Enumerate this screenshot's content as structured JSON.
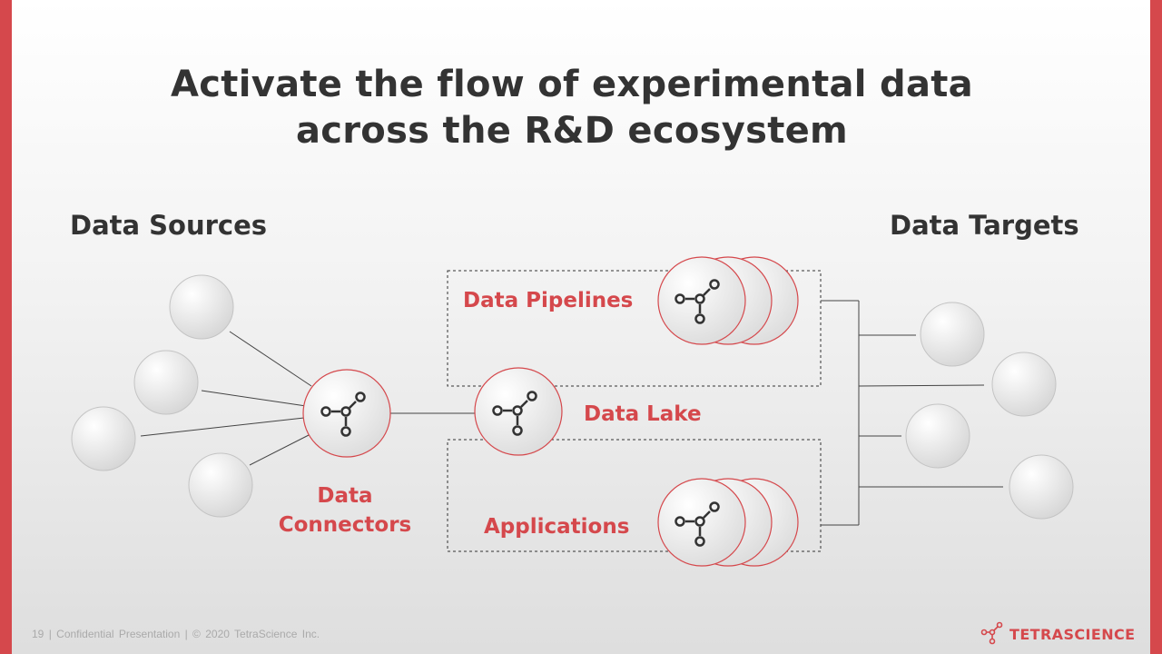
{
  "slide": {
    "title_lines": [
      "Activate the flow of experimental data",
      "across the R&D ecosystem"
    ],
    "sources_heading": "Data Sources",
    "targets_heading": "Data Targets",
    "labels": {
      "pipelines": "Data Pipelines",
      "data_lake": "Data Lake",
      "applications": "Applications",
      "connectors_line1": "Data",
      "connectors_line2": "Connectors"
    },
    "footer": {
      "page_number": "19",
      "confidential": "Confidential Presentation",
      "copyright": "© 2020 TetraScience Inc."
    },
    "brand": {
      "name": "TETRASCIENCE",
      "accent_color": "#d5484c",
      "text_color": "#333333"
    },
    "icons": {
      "node": "tetrascience-node-icon",
      "logo": "tetrascience-logo-icon"
    }
  }
}
